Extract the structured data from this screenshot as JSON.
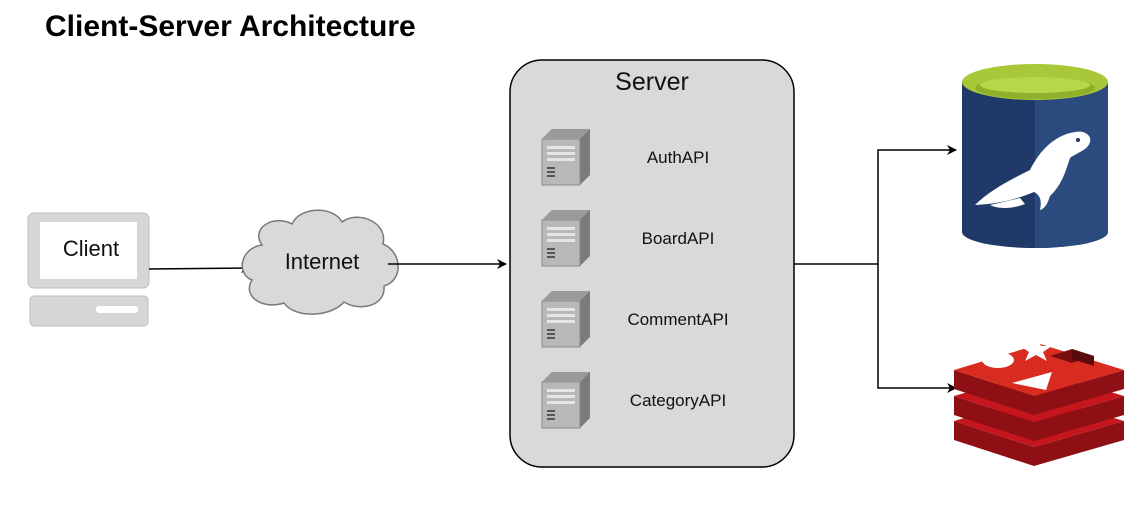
{
  "title": "Client-Server Architecture",
  "nodes": {
    "client": {
      "label": "Client",
      "icon": "computer-icon"
    },
    "internet": {
      "label": "Internet",
      "icon": "cloud-icon"
    },
    "server": {
      "label": "Server",
      "apis": [
        {
          "label": "AuthAPI",
          "icon": "server-tower-icon"
        },
        {
          "label": "BoardAPI",
          "icon": "server-tower-icon"
        },
        {
          "label": "CommentAPI",
          "icon": "server-tower-icon"
        },
        {
          "label": "CategoryAPI",
          "icon": "server-tower-icon"
        }
      ]
    },
    "database": {
      "icon": "mariadb-icon"
    },
    "cache": {
      "icon": "redis-icon"
    }
  },
  "colors": {
    "server_fill": "#d9d9d9",
    "mariadb_blue": "#1f3a68",
    "mariadb_green": "#a8c739",
    "redis_red": "#c4161c"
  }
}
